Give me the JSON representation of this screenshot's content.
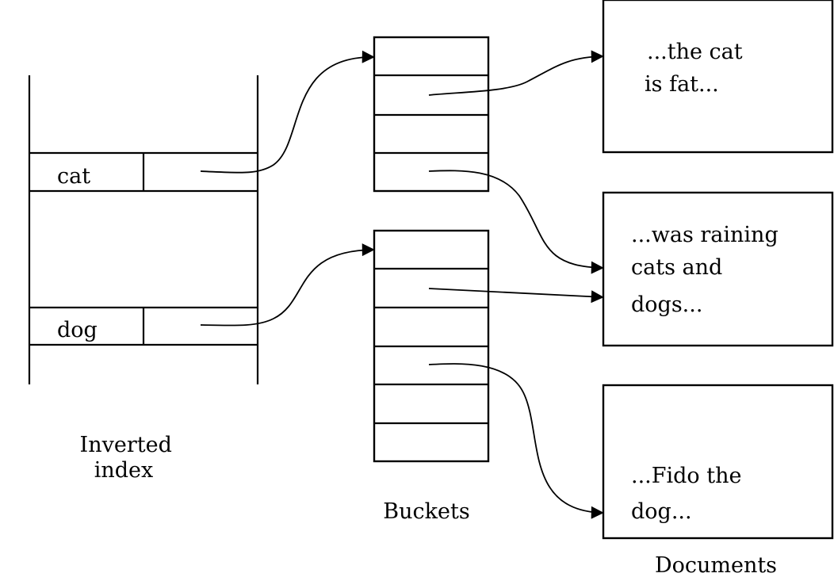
{
  "index": {
    "terms": [
      "cat",
      "dog"
    ],
    "caption_lines": [
      "Inverted",
      "index"
    ]
  },
  "buckets": {
    "caption": "Buckets"
  },
  "documents": {
    "caption": "Documents",
    "items": [
      {
        "lines": [
          "...the cat",
          "is fat..."
        ]
      },
      {
        "lines": [
          "...was raining",
          "cats and",
          "dogs..."
        ]
      },
      {
        "lines": [
          "...Fido the",
          "dog..."
        ]
      }
    ]
  }
}
